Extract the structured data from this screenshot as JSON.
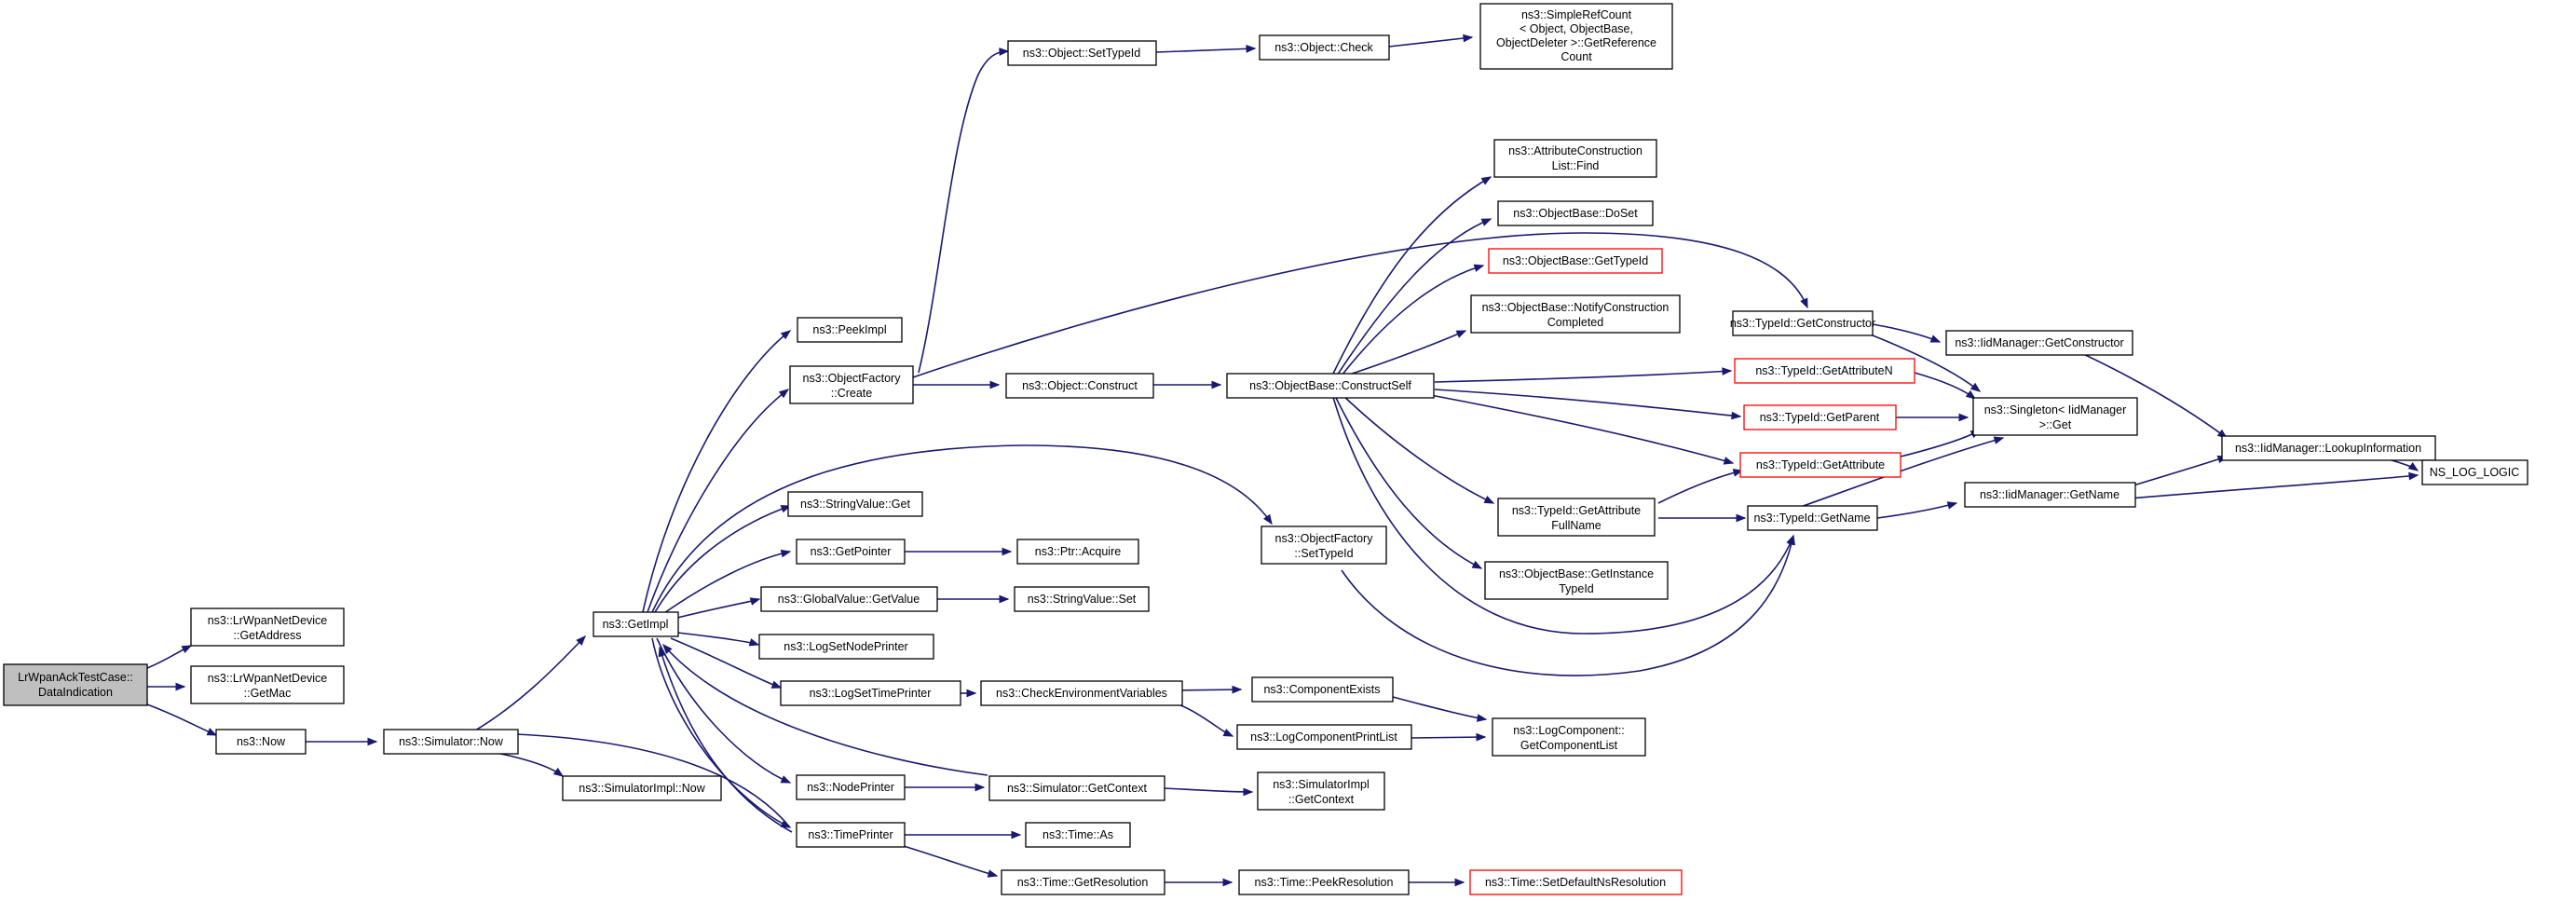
{
  "colors": {
    "edge": "#191970",
    "root_fill": "#bfbfbf",
    "box_border": "#000000",
    "truncated_border": "#ff0000"
  },
  "nodes": [
    {
      "id": "root",
      "lines": [
        "LrWpanAckTestCase::",
        "DataIndication"
      ]
    },
    {
      "id": "getaddress",
      "lines": [
        "ns3::LrWpanNetDevice",
        "::GetAddress"
      ]
    },
    {
      "id": "getmac",
      "lines": [
        "ns3::LrWpanNetDevice",
        "::GetMac"
      ]
    },
    {
      "id": "now",
      "lines": [
        "ns3::Now"
      ]
    },
    {
      "id": "simnow",
      "lines": [
        "ns3::Simulator::Now"
      ]
    },
    {
      "id": "simimplnow",
      "lines": [
        "ns3::SimulatorImpl::Now"
      ]
    },
    {
      "id": "getimpl",
      "lines": [
        "ns3::GetImpl"
      ]
    },
    {
      "id": "peekimpl",
      "lines": [
        "ns3::PeekImpl"
      ]
    },
    {
      "id": "ofcreate",
      "lines": [
        "ns3::ObjectFactory",
        "::Create"
      ]
    },
    {
      "id": "stringget",
      "lines": [
        "ns3::StringValue::Get"
      ]
    },
    {
      "id": "getpointer",
      "lines": [
        "ns3::GetPointer"
      ]
    },
    {
      "id": "globalget",
      "lines": [
        "ns3::GlobalValue::GetValue"
      ]
    },
    {
      "id": "lognode",
      "lines": [
        "ns3::LogSetNodePrinter"
      ]
    },
    {
      "id": "logtime",
      "lines": [
        "ns3::LogSetTimePrinter"
      ]
    },
    {
      "id": "nodeprinter",
      "lines": [
        "ns3::NodePrinter"
      ]
    },
    {
      "id": "timeprinter",
      "lines": [
        "ns3::TimePrinter"
      ]
    },
    {
      "id": "settypeid",
      "lines": [
        "ns3::Object::SetTypeId"
      ]
    },
    {
      "id": "objcheck",
      "lines": [
        "ns3::Object::Check"
      ]
    },
    {
      "id": "simplerefcount",
      "lines": [
        "ns3::SimpleRefCount",
        "< Object, ObjectBase,",
        "ObjectDeleter >::GetReference",
        "Count"
      ]
    },
    {
      "id": "objconstruct",
      "lines": [
        "ns3::Object::Construct"
      ]
    },
    {
      "id": "constructself",
      "lines": [
        "ns3::ObjectBase::ConstructSelf"
      ]
    },
    {
      "id": "ptracquire",
      "lines": [
        "ns3::Ptr::Acquire"
      ]
    },
    {
      "id": "stringset",
      "lines": [
        "ns3::StringValue::Set"
      ]
    },
    {
      "id": "checkenv",
      "lines": [
        "ns3::CheckEnvironmentVariables"
      ]
    },
    {
      "id": "getcontext",
      "lines": [
        "ns3::Simulator::GetContext"
      ]
    },
    {
      "id": "timeas",
      "lines": [
        "ns3::Time::As"
      ]
    },
    {
      "id": "getres",
      "lines": [
        "ns3::Time::GetResolution"
      ]
    },
    {
      "id": "ofsettypeid",
      "lines": [
        "ns3::ObjectFactory",
        "::SetTypeId"
      ]
    },
    {
      "id": "attrfind",
      "lines": [
        "ns3::AttributeConstruction",
        "List::Find"
      ]
    },
    {
      "id": "doset",
      "lines": [
        "ns3::ObjectBase::DoSet"
      ]
    },
    {
      "id": "obgettypeid",
      "lines": [
        "ns3::ObjectBase::GetTypeId"
      ]
    },
    {
      "id": "notifyconstr",
      "lines": [
        "ns3::ObjectBase::NotifyConstruction",
        "Completed"
      ]
    },
    {
      "id": "attrfullname",
      "lines": [
        "ns3::TypeId::GetAttribute",
        "FullName"
      ]
    },
    {
      "id": "instancetypeid",
      "lines": [
        "ns3::ObjectBase::GetInstance",
        "TypeId"
      ]
    },
    {
      "id": "compexists",
      "lines": [
        "ns3::ComponentExists"
      ]
    },
    {
      "id": "compprint",
      "lines": [
        "ns3::LogComponentPrintList"
      ]
    },
    {
      "id": "simimplctx",
      "lines": [
        "ns3::SimulatorImpl",
        "::GetContext"
      ]
    },
    {
      "id": "peekres",
      "lines": [
        "ns3::Time::PeekResolution"
      ]
    },
    {
      "id": "getconstructor",
      "lines": [
        "ns3::TypeId::GetConstructor"
      ]
    },
    {
      "id": "getattributen",
      "lines": [
        "ns3::TypeId::GetAttributeN"
      ]
    },
    {
      "id": "getparent",
      "lines": [
        "ns3::TypeId::GetParent"
      ]
    },
    {
      "id": "getattribute",
      "lines": [
        "ns3::TypeId::GetAttribute"
      ]
    },
    {
      "id": "tidgetname",
      "lines": [
        "ns3::TypeId::GetName"
      ]
    },
    {
      "id": "complist",
      "lines": [
        "ns3::LogComponent::",
        "GetComponentList"
      ]
    },
    {
      "id": "setdefres",
      "lines": [
        "ns3::Time::SetDefaultNsResolution"
      ]
    },
    {
      "id": "iidgetctor",
      "lines": [
        "ns3::IidManager::GetConstructor"
      ]
    },
    {
      "id": "singleton",
      "lines": [
        "ns3::Singleton< IidManager",
        " >::Get"
      ]
    },
    {
      "id": "iidgetname",
      "lines": [
        "ns3::IidManager::GetName"
      ]
    },
    {
      "id": "lookupinfo",
      "lines": [
        "ns3::IidManager::LookupInformation"
      ]
    },
    {
      "id": "nslog",
      "lines": [
        "NS_LOG_LOGIC"
      ]
    }
  ]
}
